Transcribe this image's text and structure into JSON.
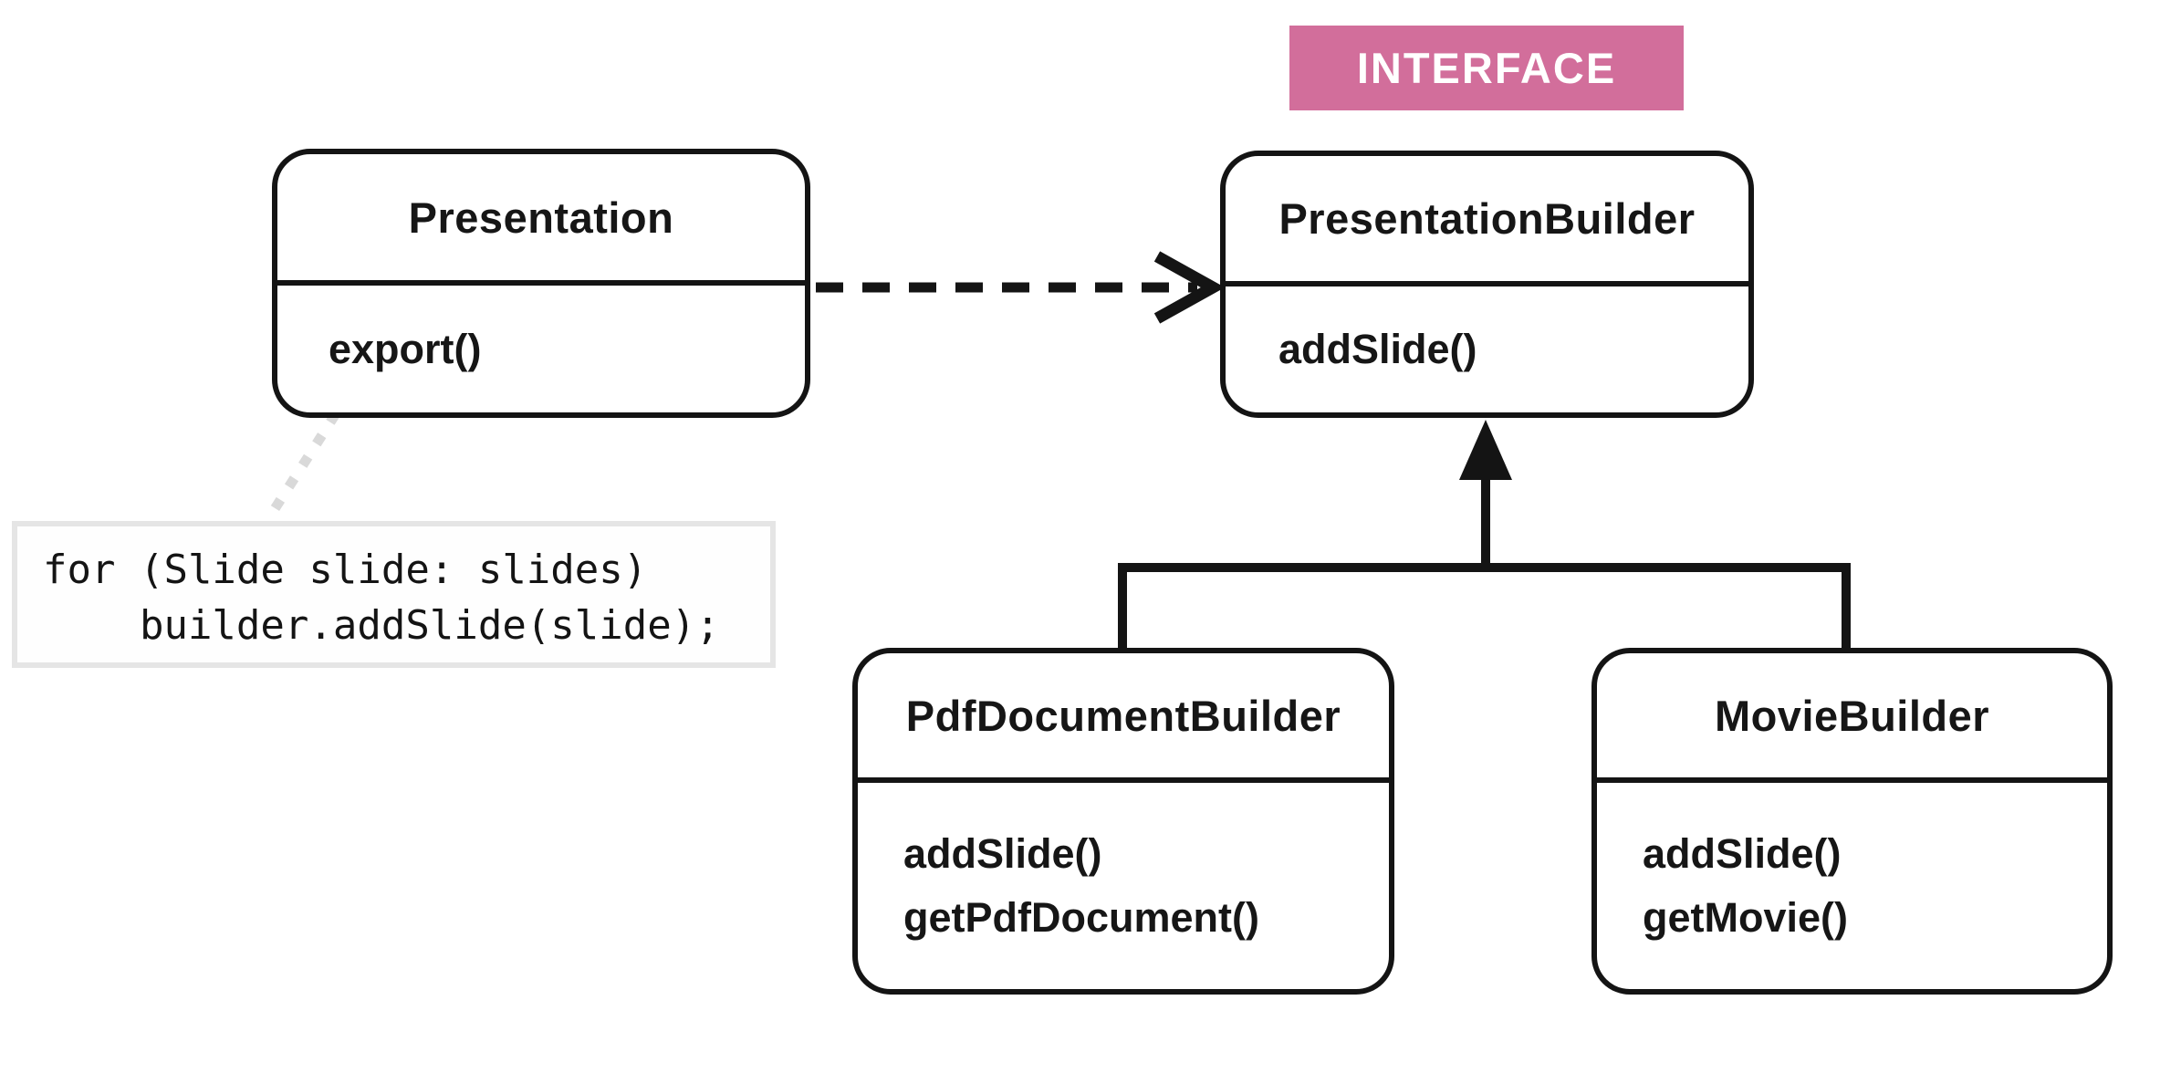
{
  "diagram": {
    "badge": {
      "label": "INTERFACE",
      "bg_color": "#d26e9b",
      "text_color": "#ffffff"
    },
    "classes": [
      {
        "id": "presentation",
        "title": "Presentation",
        "methods": [
          "export()"
        ]
      },
      {
        "id": "presentation-builder",
        "title": "PresentationBuilder",
        "methods": [
          "addSlide()"
        ]
      },
      {
        "id": "pdf-document-builder",
        "title": "PdfDocumentBuilder",
        "methods": [
          "addSlide()",
          "getPdfDocument()"
        ]
      },
      {
        "id": "movie-builder",
        "title": "MovieBuilder",
        "methods": [
          "addSlide()",
          "getMovie()"
        ]
      }
    ],
    "code_snippet": {
      "lines": [
        "for (Slide slide: slides)",
        "    builder.addSlide(slide);"
      ]
    },
    "relations": [
      {
        "from": "presentation",
        "to": "presentation-builder",
        "type": "dashed-dependency-arrow"
      },
      {
        "from": "pdf-document-builder",
        "to": "presentation-builder",
        "type": "solid-inheritance-arrow"
      },
      {
        "from": "movie-builder",
        "to": "presentation-builder",
        "type": "solid-inheritance-arrow"
      },
      {
        "from": "presentation-export-method",
        "to": "code-snippet",
        "type": "dotted-note-link"
      }
    ],
    "colors": {
      "line": "#141414",
      "dotted_link": "#d9d9d9",
      "code_border": "#e5e5e5",
      "background": "#ffffff"
    }
  }
}
